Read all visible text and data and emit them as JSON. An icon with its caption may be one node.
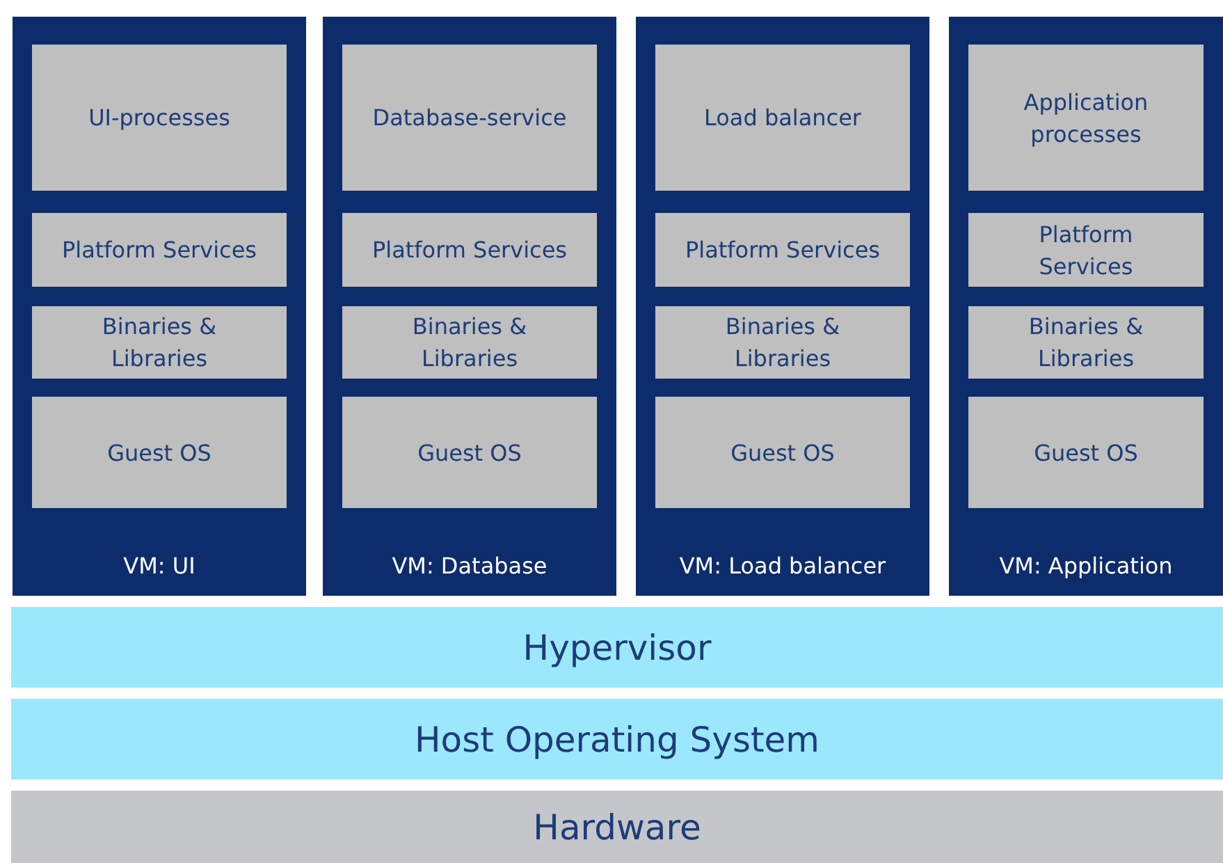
{
  "diagram": {
    "nodes": [
      {
        "text": [
          "VM: UI"
        ]
      },
      {
        "text": [
          "UI-processes"
        ],
        "in": 0
      },
      {
        "text": [
          "Platform Services"
        ],
        "in": 0
      },
      {
        "text": [
          "Binaries & Libraries"
        ],
        "in": 0
      },
      {
        "text": [
          "Guest OS"
        ],
        "in": 0
      },
      {
        "text": [
          "VM: Database"
        ]
      },
      {
        "text": [
          "Database-service"
        ],
        "in": 5
      },
      {
        "text": [
          "Platform Services"
        ],
        "in": 5
      },
      {
        "text": [
          "Binaries & Libraries"
        ],
        "in": 5
      },
      {
        "text": [
          "Guest OS"
        ],
        "in": 5
      },
      {
        "text": [
          "VM: Load balancer"
        ]
      },
      {
        "text": [
          "Load balancer"
        ],
        "in": 10
      },
      {
        "text": [
          "Platform Services"
        ],
        "in": 10
      },
      {
        "text": [
          "Binaries & Libraries"
        ],
        "in": 10
      },
      {
        "text": [
          "Guest OS"
        ],
        "in": 10
      },
      {
        "text": [
          "VM: Application"
        ]
      },
      {
        "text": [
          "Application processes"
        ],
        "in": 15
      },
      {
        "text": [
          "Platform Services"
        ],
        "in": 15
      },
      {
        "text": [
          "Binaries & Libraries"
        ],
        "in": 15
      },
      {
        "text": [
          "Guest OS"
        ],
        "in": 15
      },
      {
        "text": [
          "Hypervisor"
        ]
      },
      {
        "text": [
          "Host Operating System"
        ]
      },
      {
        "text": [
          "Hardware"
        ]
      }
    ],
    "edges": []
  }
}
